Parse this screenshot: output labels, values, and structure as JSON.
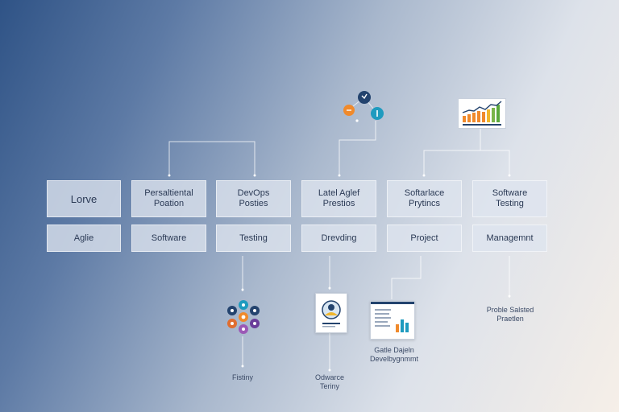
{
  "row1": [
    {
      "label": "Lorve"
    },
    {
      "label": "Persaltiental\nPoation"
    },
    {
      "label": "DevOps\nPosties"
    },
    {
      "label": "Latel Aglef\nPrestios"
    },
    {
      "label": "Softarlace\nPrytincs"
    },
    {
      "label": "Software\nTesting"
    }
  ],
  "row2": [
    {
      "label": "Aglie"
    },
    {
      "label": "Software"
    },
    {
      "label": "Testing"
    },
    {
      "label": "Drevding"
    },
    {
      "label": "Project"
    },
    {
      "label": "Managemnt"
    }
  ],
  "bottom_labels": {
    "fisting": "Fistiny",
    "odwarce": "Odwarce\nTeriny",
    "gatle": "Gatle Dajeln\nDevelbygnmmt",
    "proble": "Proble Salsted\nPraetlen"
  },
  "icons": {
    "top_cluster": "connected-circles-icon",
    "top_chart": "bar-chart-icon",
    "bottom_cluster": "team-network-icon",
    "bottom_doc": "profile-document-icon",
    "bottom_report": "report-document-icon"
  },
  "colors": {
    "accent_orange": "#f08a2c",
    "accent_navy": "#23436e",
    "accent_teal": "#1f9bbf",
    "wire": "#ffffff"
  }
}
